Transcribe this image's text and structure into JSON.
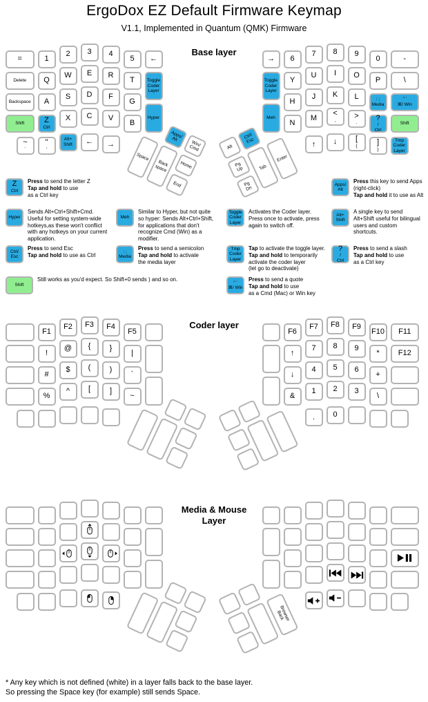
{
  "header": {
    "title": "ErgoDox EZ Default Firmware Keymap",
    "subtitle": "V1.1, Implemented in Quantum (QMK) Firmware"
  },
  "colors": {
    "special": "#29ABE2",
    "shift": "#90EE90",
    "key_border": "#B3B3B3",
    "key_face": "#FFFFFF"
  },
  "footer": {
    "line1": "* Any key which is not defined (white) in a layer falls back to the base layer.",
    "line2": "So pressing the Space key (for example) still sends Space."
  },
  "layers": [
    {
      "id": "base",
      "title": "Base layer",
      "left": {
        "main": [
          {
            "b": "="
          },
          {
            "b": "1"
          },
          {
            "b": "2"
          },
          {
            "b": "3"
          },
          {
            "b": "4"
          },
          {
            "b": "5"
          },
          {
            "b": "←"
          },
          {
            "s": "Delete"
          },
          {
            "b": "Q"
          },
          {
            "b": "W"
          },
          {
            "b": "E"
          },
          {
            "b": "R"
          },
          {
            "b": "T"
          },
          {
            "s": "Toggle\nCoder\nLayer",
            "c": "b"
          },
          {
            "s": "Backspace"
          },
          {
            "b": "A"
          },
          {
            "b": "S"
          },
          {
            "b": "D"
          },
          {
            "b": "F"
          },
          {
            "b": "G"
          },
          {
            "s": "Shift",
            "c": "g"
          },
          {
            "b": "Z",
            "s": "Ctrl",
            "c": "b"
          },
          {
            "b": "X"
          },
          {
            "b": "C"
          },
          {
            "b": "V"
          },
          {
            "b": "B"
          },
          {
            "s": "Hyper",
            "c": "b"
          },
          {
            "b": "~",
            "s": "`"
          },
          {
            "b": "\"",
            "s": "'"
          },
          {
            "s": "Alt+\nShift",
            "c": "b"
          },
          {
            "b": "←"
          },
          {
            "b": "→"
          }
        ],
        "thumb": [
          {
            "s": "Apps/\nAlt",
            "c": "b"
          },
          {
            "s": "Win/\nCmd"
          },
          {
            "s": "Home"
          },
          {
            "s": "Space"
          },
          {
            "s": "Back\nspace"
          },
          {
            "s": "End"
          }
        ]
      },
      "right": {
        "main": [
          {
            "b": "→"
          },
          {
            "b": "6"
          },
          {
            "b": "7"
          },
          {
            "b": "8"
          },
          {
            "b": "9"
          },
          {
            "b": "0"
          },
          {
            "b": "-"
          },
          {
            "s": "Toggle\nCoder\nLayer",
            "c": "b"
          },
          {
            "b": "Y"
          },
          {
            "b": "U"
          },
          {
            "b": "I"
          },
          {
            "b": "O"
          },
          {
            "b": "P"
          },
          {
            "b": "\\"
          },
          {
            "b": "H"
          },
          {
            "b": "J"
          },
          {
            "b": "K"
          },
          {
            "b": "L"
          },
          {
            "s": ": ;\nMedia",
            "c": "b"
          },
          {
            "s": "\" '\n⌘/ Win",
            "c": "b"
          },
          {
            "s": "Meh",
            "c": "b"
          },
          {
            "b": "N"
          },
          {
            "b": "M"
          },
          {
            "b": "<",
            "s": ","
          },
          {
            "b": ">",
            "s": "."
          },
          {
            "b": "?",
            "s": "/\nCtrl",
            "c": "b"
          },
          {
            "s": "Shift",
            "c": "g"
          },
          {
            "b": "↑"
          },
          {
            "b": "↓"
          },
          {
            "b": "[",
            "s": "{"
          },
          {
            "b": "]",
            "s": "}"
          },
          {
            "s": "Tmp\nCoder\nLayer",
            "c": "b"
          }
        ],
        "thumb": [
          {
            "s": "Alt"
          },
          {
            "s": "Ctrl/\nEsc",
            "c": "b"
          },
          {
            "s": "Pg\nUp"
          },
          {
            "s": "Pg\nDn"
          },
          {
            "s": "Tab"
          },
          {
            "s": "Enter"
          }
        ]
      }
    },
    {
      "id": "coder",
      "title": "Coder layer",
      "left": {
        "main": [
          null,
          {
            "b": "F1"
          },
          {
            "b": "F2"
          },
          {
            "b": "F3"
          },
          {
            "b": "F4"
          },
          {
            "b": "F5"
          },
          null,
          null,
          {
            "b": "!"
          },
          {
            "b": "@"
          },
          {
            "b": "{"
          },
          {
            "b": "}"
          },
          {
            "b": "|"
          },
          null,
          null,
          {
            "b": "#"
          },
          {
            "b": "$"
          },
          {
            "b": "("
          },
          {
            "b": ")"
          },
          {
            "b": "`"
          },
          null,
          {
            "b": "%"
          },
          {
            "b": "^"
          },
          {
            "b": "["
          },
          {
            "b": "]"
          },
          {
            "b": "~"
          },
          null,
          null,
          null,
          null,
          null,
          null
        ],
        "thumb": [
          null,
          null,
          null,
          null,
          null,
          null
        ]
      },
      "right": {
        "main": [
          null,
          {
            "b": "F6"
          },
          {
            "b": "F7"
          },
          {
            "b": "F8"
          },
          {
            "b": "F9"
          },
          {
            "b": "F10"
          },
          {
            "b": "F11"
          },
          null,
          {
            "b": "↑"
          },
          {
            "b": "7"
          },
          {
            "b": "8"
          },
          {
            "b": "9"
          },
          {
            "b": "*"
          },
          {
            "b": "F12"
          },
          {
            "b": "↓"
          },
          {
            "b": "4"
          },
          {
            "b": "5"
          },
          {
            "b": "6"
          },
          {
            "b": "+"
          },
          null,
          null,
          {
            "b": "&"
          },
          {
            "b": "1"
          },
          {
            "b": "2"
          },
          {
            "b": "3"
          },
          {
            "b": "\\"
          },
          null,
          {
            "b": "."
          },
          {
            "b": "0"
          },
          null,
          null,
          null
        ],
        "thumb": [
          null,
          null,
          null,
          null,
          null,
          null
        ]
      }
    },
    {
      "id": "media",
      "title": "Media & Mouse\nLayer",
      "left": {
        "main": [
          null,
          null,
          null,
          null,
          null,
          null,
          null,
          null,
          null,
          null,
          {
            "i": "mouse-up"
          },
          null,
          null,
          null,
          null,
          null,
          {
            "i": "mouse-left"
          },
          {
            "i": "mouse-down"
          },
          {
            "i": "mouse-right"
          },
          null,
          null,
          null,
          null,
          null,
          null,
          null,
          null,
          null,
          null,
          null,
          {
            "i": "mouse-button-left"
          },
          {
            "i": "mouse-button-right"
          }
        ],
        "thumb": [
          null,
          null,
          null,
          null,
          null,
          null
        ]
      },
      "right": {
        "main": [
          null,
          null,
          null,
          null,
          null,
          null,
          null,
          null,
          null,
          null,
          null,
          null,
          null,
          null,
          null,
          null,
          null,
          null,
          null,
          {
            "i": "play-pause"
          },
          null,
          null,
          null,
          {
            "i": "prev-track"
          },
          {
            "i": "next-track"
          },
          null,
          null,
          {
            "i": "vol-up"
          },
          {
            "i": "vol-down"
          },
          null,
          null,
          null
        ],
        "thumb": [
          null,
          null,
          null,
          null,
          null,
          {
            "s": "Browser\nBack",
            "rot": true
          }
        ]
      }
    }
  ],
  "legend": {
    "items": [
      {
        "col": 0,
        "row": 0,
        "key": {
          "b": "Z",
          "s": "Ctrl",
          "c": "b"
        },
        "tw": 118,
        "text": "**Press** to send the letter Z\n**Tap and hold** to use\nas a Ctrl key"
      },
      {
        "col": 3,
        "row": 0,
        "key": {
          "s": "Apps/\nAlt",
          "c": "b"
        },
        "tw": 104,
        "text": "**Press** this key to send Apps\n(right-click)\n**Tap and hold** it to use as Alt"
      },
      {
        "col": 0,
        "row": 1,
        "key": {
          "s": "Hyper",
          "c": "b"
        },
        "tw": 118,
        "text": "Sends Alt+Ctrl+Shift+Cmd. Useful for setting system-wide hotkeys,as these won't conflict with any hotkeys on your current application."
      },
      {
        "col": 1,
        "row": 1,
        "key": {
          "s": "Meh",
          "c": "b"
        },
        "tw": 114,
        "text": "Similar to Hyper, but not quite so hyper: Sends Alt+Ctrl+Shift, for applications that don't recognize Cmd (Win) as a modifier."
      },
      {
        "col": 2,
        "row": 1,
        "key": {
          "s": "Toggle\nCoder\nLayer",
          "c": "b"
        },
        "tw": 106,
        "text": "Activates the Coder layer. Press once to activate, press again to switch off."
      },
      {
        "col": 3,
        "row": 1,
        "key": {
          "s": "Alt+\nShift",
          "c": "b"
        },
        "tw": 100,
        "text": "A single key to send Alt+Shift useful for bilingual users and custom shortcuts."
      },
      {
        "col": 0,
        "row": 2,
        "key": {
          "s": "Ctrl/\nEsc",
          "c": "b"
        },
        "tw": 112,
        "text": "**Press** to send Esc\n**Tap and hold** to use as Ctrl"
      },
      {
        "col": 1,
        "row": 2,
        "key": {
          "s": ": ;\nMedia",
          "c": "b"
        },
        "tw": 110,
        "text": "**Press** to send a semicolon\n**Tap and hold** to activate\nthe media layer"
      },
      {
        "col": 2,
        "row": 2,
        "key": {
          "s": "Tmp\nCoder\nLayer",
          "c": "b"
        },
        "tw": 112,
        "text": "**Tap** to activate the toggle layer.\n**Tap and hold** to temporarily activate the coder layer\n(let go to deactivate)"
      },
      {
        "col": 3,
        "row": 2,
        "key": {
          "b": "?",
          "s": "/\nCtrl",
          "c": "b"
        },
        "tw": 100,
        "text": "**Press** to send a slash\n**Tap and hold** to use\nas a Ctrl key"
      },
      {
        "col": 0,
        "row": 3,
        "key": {
          "s": "Shift",
          "c": "g"
        },
        "kw": 40,
        "kh": 26,
        "tw": 270,
        "text": "Still works as you'd expect. So Shift+0 sends ) and so on."
      },
      {
        "col": 2,
        "row": 3,
        "key": {
          "s": "\" '\n⌘/ Win",
          "c": "b"
        },
        "tw": 120,
        "text": "**Press** to send a quote\n**Tap and hold** to use\nas a Cmd (Mac) or Win key"
      }
    ]
  }
}
